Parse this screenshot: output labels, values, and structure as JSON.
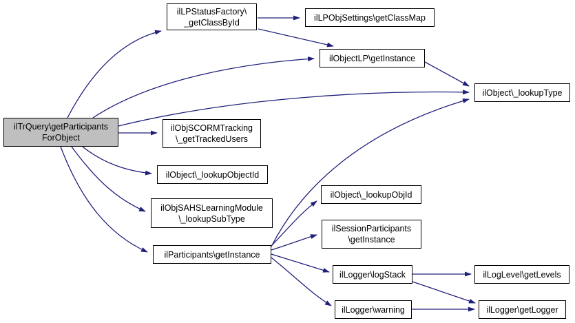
{
  "diagram": {
    "type": "call-graph",
    "edge_color": "#20207a",
    "node_fill": "#ffffff",
    "highlight_fill": "#bfbfbf",
    "nodes": [
      {
        "id": "main",
        "label": "ilTrQuery\\getParticipants\nForObject",
        "highlighted": true
      },
      {
        "id": "getClassById",
        "label": "ilLPStatusFactory\\\n_getClassById",
        "highlighted": false
      },
      {
        "id": "getClassMap",
        "label": "ilLPObjSettings\\getClassMap",
        "highlighted": false
      },
      {
        "id": "objectLpGetInstance",
        "label": "ilObjectLP\\getInstance",
        "highlighted": false
      },
      {
        "id": "lookupType",
        "label": "ilObject\\_lookupType",
        "highlighted": false
      },
      {
        "id": "getTrackedUsers",
        "label": "ilObjSCORMTracking\n\\_getTrackedUsers",
        "highlighted": false
      },
      {
        "id": "lookupObjectId",
        "label": "ilObject\\_lookupObjectId",
        "highlighted": false
      },
      {
        "id": "lookupSubType",
        "label": "ilObjSAHSLearningModule\n\\_lookupSubType",
        "highlighted": false
      },
      {
        "id": "participantsGetInstance",
        "label": "ilParticipants\\getInstance",
        "highlighted": false
      },
      {
        "id": "lookupObjId",
        "label": "ilObject\\_lookupObjId",
        "highlighted": false
      },
      {
        "id": "sessionParticipantsGetInstance",
        "label": "ilSessionParticipants\n\\getInstance",
        "highlighted": false
      },
      {
        "id": "logStack",
        "label": "ilLogger\\logStack",
        "highlighted": false
      },
      {
        "id": "warning",
        "label": "ilLogger\\warning",
        "highlighted": false
      },
      {
        "id": "getLevels",
        "label": "ilLogLevel\\getLevels",
        "highlighted": false
      },
      {
        "id": "getLogger",
        "label": "ilLogger\\getLogger",
        "highlighted": false
      }
    ],
    "edges": [
      {
        "from": "main",
        "to": "getClassById"
      },
      {
        "from": "main",
        "to": "objectLpGetInstance"
      },
      {
        "from": "main",
        "to": "lookupType"
      },
      {
        "from": "main",
        "to": "getTrackedUsers"
      },
      {
        "from": "main",
        "to": "lookupObjectId"
      },
      {
        "from": "main",
        "to": "lookupSubType"
      },
      {
        "from": "main",
        "to": "participantsGetInstance"
      },
      {
        "from": "getClassById",
        "to": "getClassMap"
      },
      {
        "from": "getClassById",
        "to": "objectLpGetInstance"
      },
      {
        "from": "objectLpGetInstance",
        "to": "lookupType"
      },
      {
        "from": "participantsGetInstance",
        "to": "lookupType"
      },
      {
        "from": "participantsGetInstance",
        "to": "lookupObjId"
      },
      {
        "from": "participantsGetInstance",
        "to": "sessionParticipantsGetInstance"
      },
      {
        "from": "participantsGetInstance",
        "to": "logStack"
      },
      {
        "from": "participantsGetInstance",
        "to": "warning"
      },
      {
        "from": "logStack",
        "to": "getLevels"
      },
      {
        "from": "logStack",
        "to": "getLogger"
      },
      {
        "from": "warning",
        "to": "getLogger"
      }
    ]
  }
}
